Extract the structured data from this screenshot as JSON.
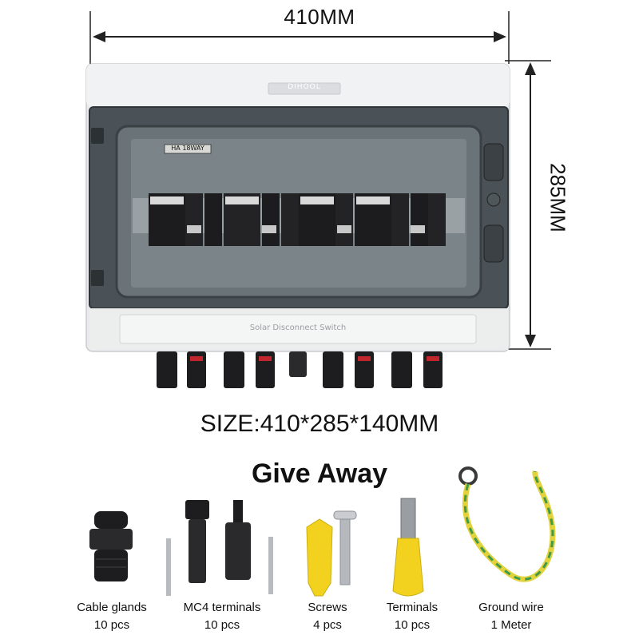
{
  "dimensions": {
    "width": "410MM",
    "height": "285MM"
  },
  "enclosure": {
    "brand": "DIHOOL",
    "model_label": "HA 18WAY",
    "front_label": "Solar Disconnect Switch"
  },
  "size_caption": "SIZE:410*285*140MM",
  "give_away": {
    "title": "Give Away",
    "items": [
      {
        "name": "Cable glands",
        "qty": "10 pcs"
      },
      {
        "name": "MC4 terminals",
        "qty": "10 pcs"
      },
      {
        "name": "Screws",
        "qty": "4 pcs"
      },
      {
        "name": "Terminals",
        "qty": "10 pcs"
      },
      {
        "name": "Ground wire",
        "qty": "1 Meter"
      }
    ]
  },
  "colors": {
    "enclosure_body": "#e9eaec",
    "door_smoke": "#4a5257",
    "breaker": "#1c1c1e",
    "connector_red": "#c0262b",
    "screw_anchor": "#f2d21e",
    "ground_wire_yellow": "#e2d23c",
    "ground_wire_green": "#3f9a4a"
  }
}
